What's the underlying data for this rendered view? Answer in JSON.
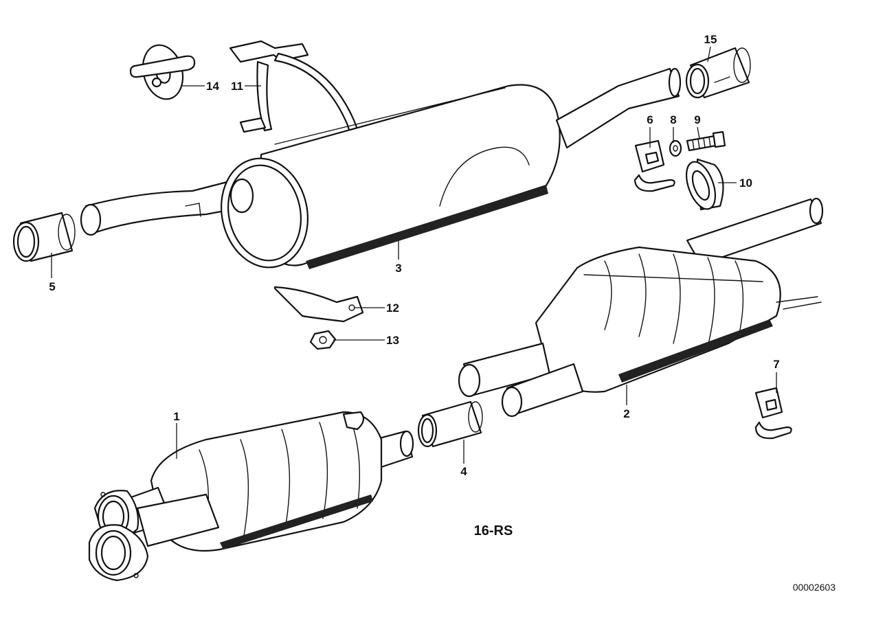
{
  "diagram": {
    "caption": "16-RS",
    "reference_number": "00002603",
    "callouts": [
      {
        "id": "1",
        "label": "1"
      },
      {
        "id": "2",
        "label": "2"
      },
      {
        "id": "3",
        "label": "3"
      },
      {
        "id": "4",
        "label": "4"
      },
      {
        "id": "5",
        "label": "5"
      },
      {
        "id": "6",
        "label": "6"
      },
      {
        "id": "7",
        "label": "7"
      },
      {
        "id": "8",
        "label": "8"
      },
      {
        "id": "9",
        "label": "9"
      },
      {
        "id": "10",
        "label": "10"
      },
      {
        "id": "11",
        "label": "11"
      },
      {
        "id": "12",
        "label": "12"
      },
      {
        "id": "13",
        "label": "13"
      },
      {
        "id": "14",
        "label": "14"
      },
      {
        "id": "15",
        "label": "15"
      }
    ]
  }
}
